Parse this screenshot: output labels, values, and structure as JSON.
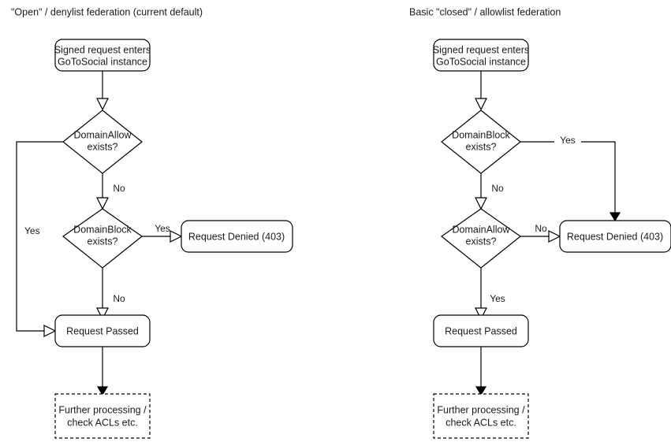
{
  "diagram": {
    "type": "flowchart",
    "background_color": "#ffffff",
    "stroke_color": "#000000",
    "text_color": "#1a1a1a",
    "columns": [
      {
        "id": "open-denylist",
        "title": "\"Open\" / denylist federation (current default)",
        "nodes": [
          {
            "id": "entry",
            "shape": "rounded-rect",
            "line1": "Signed request enters",
            "line2": "GoToSocial instance"
          },
          {
            "id": "allow",
            "shape": "diamond",
            "line1": "DomainAllow",
            "line2": "exists?"
          },
          {
            "id": "block",
            "shape": "diamond",
            "line1": "DomainBlock",
            "line2": "exists?"
          },
          {
            "id": "denied",
            "shape": "rounded-rect",
            "line1": "Request Denied (403)"
          },
          {
            "id": "passed",
            "shape": "rounded-rect",
            "line1": "Request Passed"
          },
          {
            "id": "further",
            "shape": "dashed-rect",
            "line1": "Further processing /",
            "line2": "check ACLs etc."
          }
        ],
        "edges": [
          {
            "from": "entry",
            "to": "allow",
            "label": ""
          },
          {
            "from": "allow",
            "to": "passed",
            "label": "Yes"
          },
          {
            "from": "allow",
            "to": "block",
            "label": "No"
          },
          {
            "from": "block",
            "to": "denied",
            "label": "Yes"
          },
          {
            "from": "block",
            "to": "passed",
            "label": "No"
          },
          {
            "from": "passed",
            "to": "further",
            "label": ""
          }
        ]
      },
      {
        "id": "closed-allowlist",
        "title": "Basic \"closed\" / allowlist federation",
        "nodes": [
          {
            "id": "entry",
            "shape": "rounded-rect",
            "line1": "Signed request enters",
            "line2": "GoToSocial instance"
          },
          {
            "id": "block",
            "shape": "diamond",
            "line1": "DomainBlock",
            "line2": "exists?"
          },
          {
            "id": "allow",
            "shape": "diamond",
            "line1": "DomainAllow",
            "line2": "exists?"
          },
          {
            "id": "denied",
            "shape": "rounded-rect",
            "line1": "Request Denied (403)"
          },
          {
            "id": "passed",
            "shape": "rounded-rect",
            "line1": "Request Passed"
          },
          {
            "id": "further",
            "shape": "dashed-rect",
            "line1": "Further processing /",
            "line2": "check ACLs etc."
          }
        ],
        "edges": [
          {
            "from": "entry",
            "to": "block",
            "label": ""
          },
          {
            "from": "block",
            "to": "denied",
            "label": "Yes"
          },
          {
            "from": "block",
            "to": "allow",
            "label": "No"
          },
          {
            "from": "allow",
            "to": "denied",
            "label": "No"
          },
          {
            "from": "allow",
            "to": "passed",
            "label": "Yes"
          },
          {
            "from": "passed",
            "to": "further",
            "label": ""
          }
        ]
      }
    ]
  }
}
